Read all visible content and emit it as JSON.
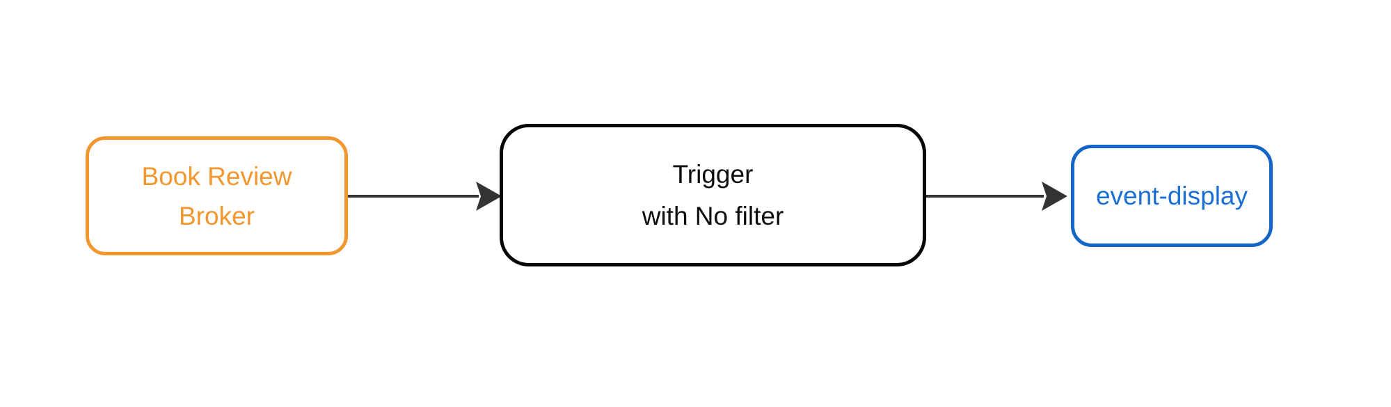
{
  "diagram": {
    "type": "flowchart",
    "direction": "left-to-right",
    "background_color": "#ffffff",
    "edge_color": "#333333",
    "nodes": [
      {
        "id": "broker",
        "line1": "Book Review",
        "line2": "Broker",
        "border_color": "#F2962E",
        "text_color": "#F2962E",
        "shape": "rounded-rectangle"
      },
      {
        "id": "trigger",
        "line1": "Trigger",
        "line2": "with No filter",
        "border_color": "#050505",
        "text_color": "#0d0d0d",
        "shape": "rounded-rectangle"
      },
      {
        "id": "sink",
        "line1": "event-display",
        "border_color": "#1565C8",
        "text_color": "#1B6FD3",
        "shape": "rounded-rectangle"
      }
    ],
    "edges": [
      {
        "from": "broker",
        "to": "trigger",
        "style": "arrow"
      },
      {
        "from": "trigger",
        "to": "sink",
        "style": "arrow"
      }
    ]
  }
}
